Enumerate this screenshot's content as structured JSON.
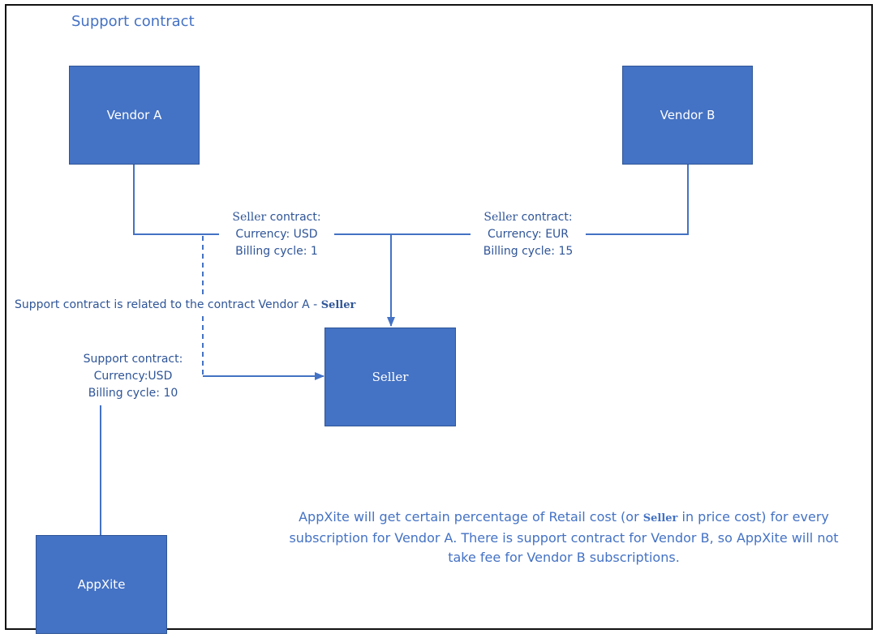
{
  "title": "Support contract",
  "nodes": {
    "vendor_a": "Vendor A",
    "vendor_b": "Vendor B",
    "seller": "Seller",
    "appxite": "AppXite"
  },
  "contracts": {
    "vendor_a_seller": {
      "heading": "Seller",
      "heading_rest": " contract:",
      "currency": "Currency: USD",
      "billing": "Billing cycle: 1"
    },
    "vendor_b_seller": {
      "heading": "Seller",
      "heading_rest": " contract:",
      "currency": "Currency: EUR",
      "billing": "Billing cycle: 15"
    },
    "support": {
      "heading": "Support contract:",
      "currency": "Currency:USD",
      "billing": "Billing cycle: 10"
    }
  },
  "relation_note": {
    "text": "Support contract is related to the contract Vendor A - ",
    "emphasis": "Seller"
  },
  "note": {
    "part1": "AppXite will get certain percentage of Retail cost (or ",
    "seller": "Seller",
    "part2": " in price cost) for every subscription for Vendor A. There is support contract for Vendor B, so AppXite will not take fee for Vendor B subscriptions."
  },
  "colors": {
    "node_fill": "#4472c4",
    "line": "#4472c4",
    "text": "#2f5597",
    "frame": "#111111"
  }
}
